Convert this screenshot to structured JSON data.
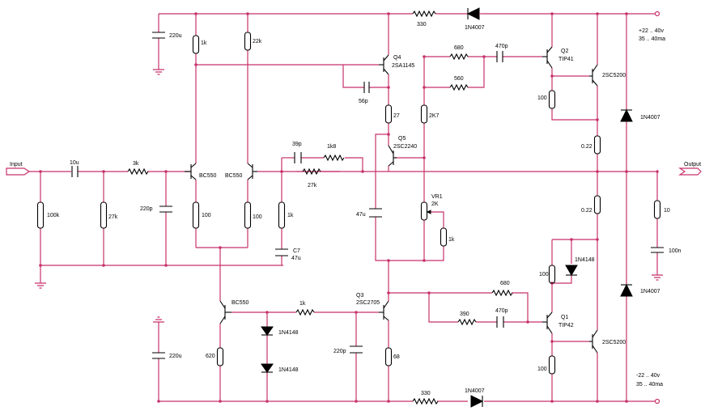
{
  "labels": {
    "input": "Input",
    "output": "Output",
    "c_in": "10u",
    "r_in_bias": "100k",
    "r_3k": "3k",
    "r_27k_in": "27k",
    "c_220p_in": "220p",
    "r_1k_top": "1k",
    "r_22k_top": "22k",
    "c_220u_top": "220u",
    "c_220u_bot": "220u",
    "q_bc550_l": "BC550",
    "q_bc550_r": "BC550",
    "r_100_l": "100",
    "r_100_r": "100",
    "r_1k_fb": "1k",
    "c7_name": "C7",
    "c7_val": "47u",
    "c_39p": "39p",
    "r_1k8": "1k8",
    "r_27k_fb": "27k",
    "r_330_top": "330",
    "d_top": "1N4007",
    "d_bot": "1N4007",
    "r_330_bot": "330",
    "q4_name": "Q4",
    "q4_part": "2SA1145",
    "c_56p": "56p",
    "r_680_top": "680",
    "c_470p_top": "470p",
    "r_560": "560",
    "q2_name": "Q2",
    "q2_part": "TIP41",
    "q_out_top": "2SC5200",
    "r_100_q2": "100",
    "r_27": "27",
    "r_2k7": "2K7",
    "q5_name": "Q5",
    "q5_part": "2SC2240",
    "c_47u": "47u",
    "vr1_name": "VR1",
    "vr1_val": "2K",
    "r_1k_vr": "1k",
    "r_022_top": "0.22",
    "r_022_bot": "0.22",
    "d_rail_top": "1N4007",
    "d_rail_bot": "1N4007",
    "supply_pos": "+22 .. 40v",
    "current_pos": "35 .. 40ma",
    "supply_neg": "-22 .. 40v",
    "current_neg": "35 .. 40ma",
    "r_zobel": "10",
    "c_zobel": "100n",
    "q_bc550_bot": "BC550",
    "r_620": "620",
    "d_1n4148_a": "1N4148",
    "d_1n4148_b": "1N4148",
    "r_1k_mid": "1k",
    "q3_name": "Q3",
    "q3_part": "2SC2705",
    "c_220p_mid": "220p",
    "r_68": "68",
    "r_680_bot": "680",
    "r_390": "390",
    "c_470p_bot": "470p",
    "q1_name": "Q1",
    "q1_part": "TIP42",
    "q_out_bot": "2SC5200",
    "r_100_q1a": "100",
    "d_1n4148_q1": "1N4148",
    "r_100_q1b": "100"
  }
}
